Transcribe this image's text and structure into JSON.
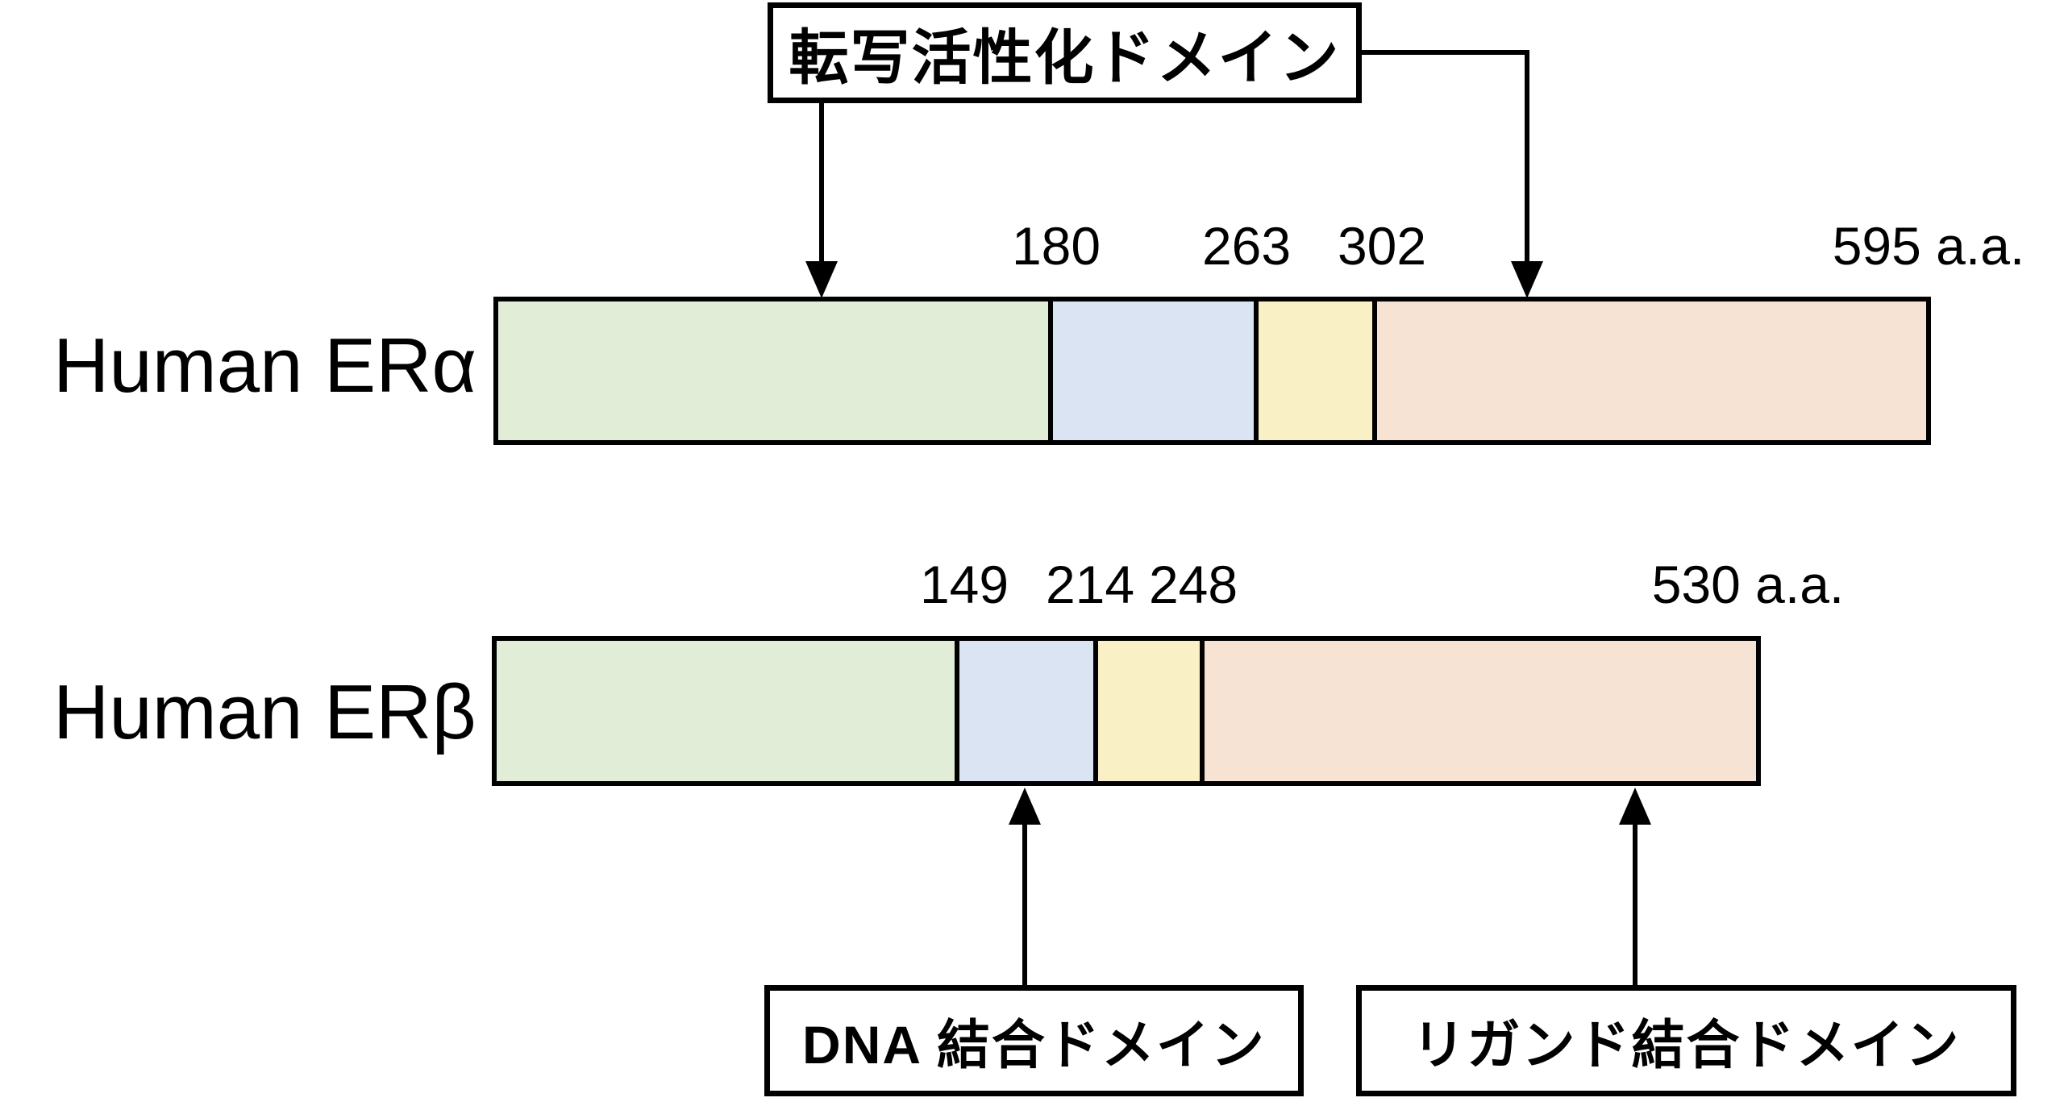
{
  "colors": {
    "segment_green": "#e2edd7",
    "segment_blue": "#dbe4f2",
    "segment_yellow": "#f9f0c6",
    "segment_peach": "#f6e3d4",
    "outline": "#000000",
    "background": "#ffffff"
  },
  "callouts": {
    "transactivation": {
      "label": "転写活性化ドメイン"
    },
    "dna_binding": {
      "label": "DNA 結合ドメイン"
    },
    "ligand_binding": {
      "label": "リガンド結合ドメイン"
    }
  },
  "proteins": [
    {
      "name": "Human ERα",
      "length_label": "595 a.a.",
      "boundary_labels": [
        "180",
        "263",
        "302"
      ]
    },
    {
      "name": "Human ERβ",
      "length_label": "530 a.a.",
      "boundary_labels": [
        "149",
        "214",
        "248"
      ]
    }
  ]
}
